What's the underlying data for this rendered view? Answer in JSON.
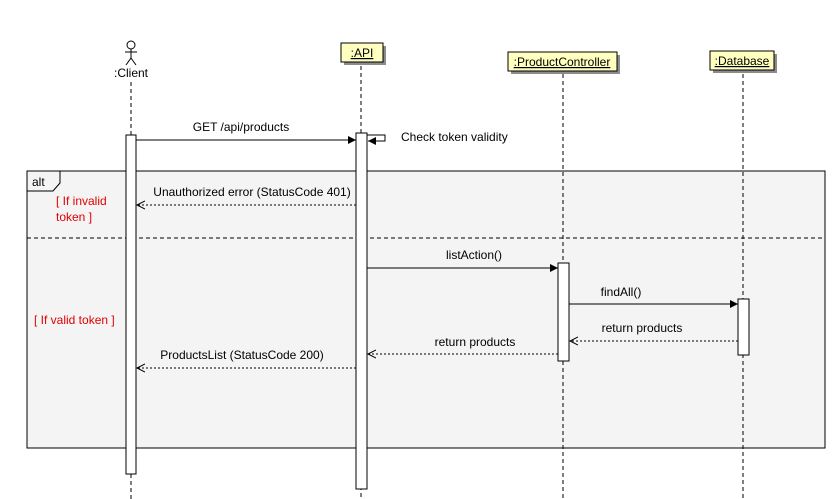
{
  "participants": {
    "client": ":Client",
    "api": ":API",
    "controller": ":ProductController",
    "database": ":Database"
  },
  "fragment": {
    "operator": "alt",
    "guard_invalid_line1": "[ If invalid",
    "guard_invalid_line2": "token ]",
    "guard_valid": "[ If valid token ]"
  },
  "messages": {
    "get_products": "GET /api/products",
    "check_token": "Check token validity",
    "unauthorized": "Unauthorized error (StatusCode 401)",
    "list_action": "listAction()",
    "find_all": "findAll()",
    "return_products_db": "return products",
    "return_products_ctrl": "return products",
    "products_list": "ProductsList (StatusCode 200)"
  },
  "colors": {
    "object_fill": "#ffffc0",
    "fragment_fill": "#f4f4f4",
    "guard_text": "#e00000"
  }
}
